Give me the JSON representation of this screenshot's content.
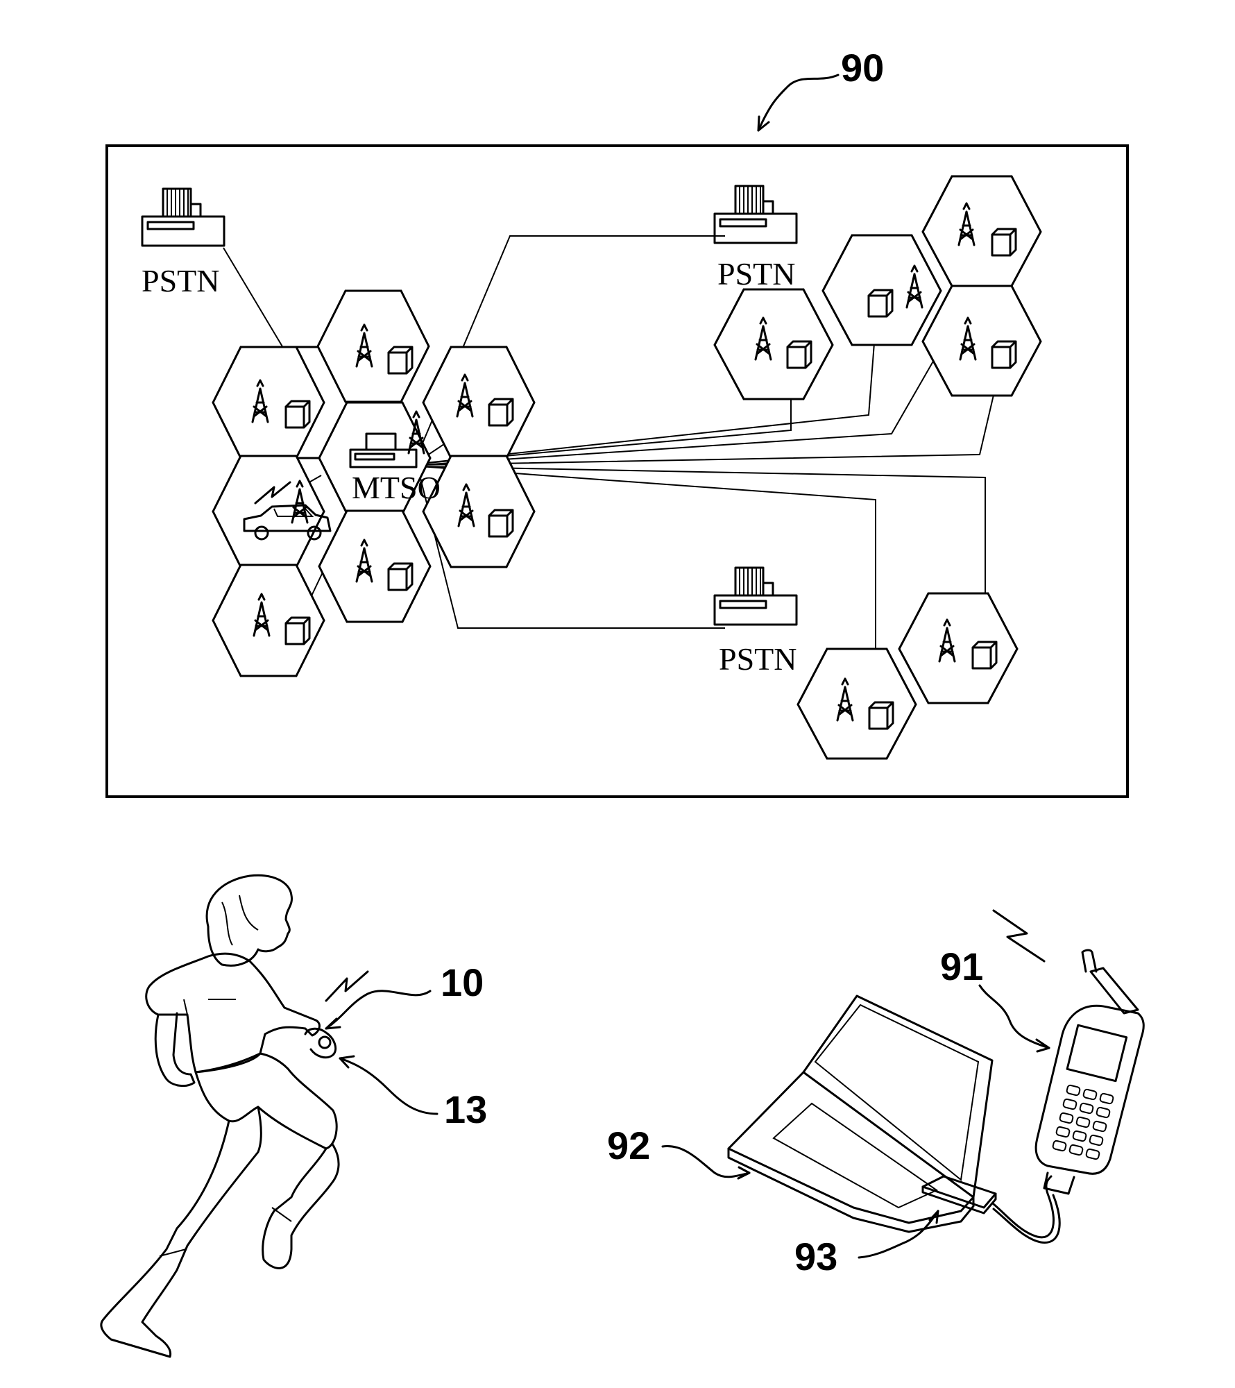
{
  "network": {
    "ref": "90",
    "pstn_label": "PSTN",
    "mtso_label": "MTSO"
  },
  "runner": {
    "device_ref": "10",
    "sensor_ref": "13"
  },
  "equipment": {
    "phone_ref": "91",
    "laptop_ref": "92",
    "adapter_ref": "93"
  }
}
